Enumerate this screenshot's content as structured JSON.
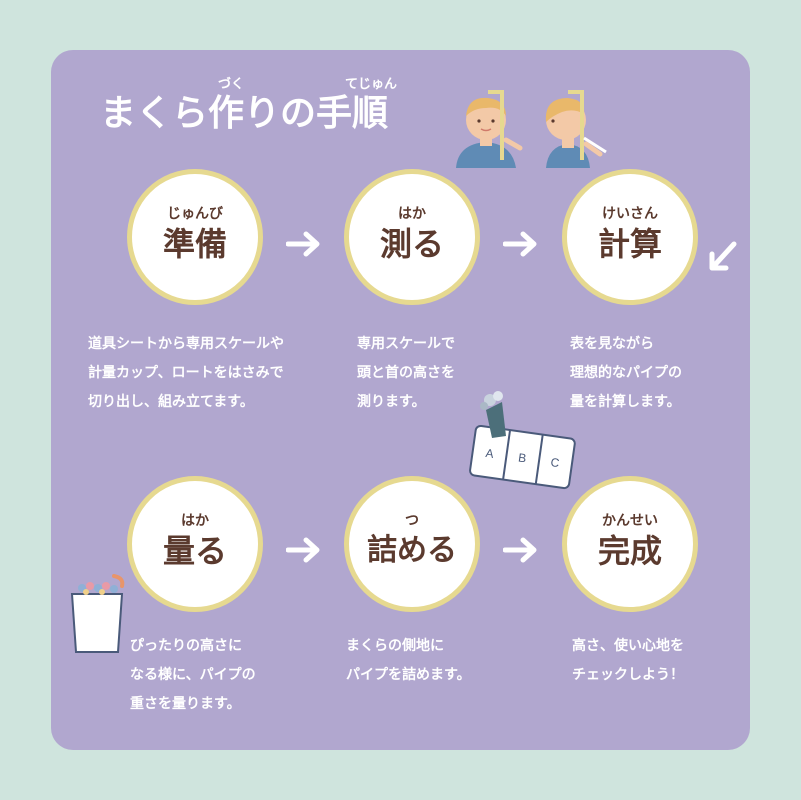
{
  "title": {
    "text": "まくら作りの手順",
    "ruby_zukuri": "づく",
    "ruby_tejun": "てじゅん"
  },
  "steps": [
    {
      "ruby": "じゅんび",
      "label": "準備",
      "desc": [
        "道具シートから専用スケールや",
        "計量カップ、ロートをはさみで",
        "切り出し、組み立てます。"
      ]
    },
    {
      "ruby": "はか",
      "label": "測る",
      "desc": [
        "専用スケールで",
        "頭と首の高さを",
        "測ります。"
      ]
    },
    {
      "ruby": "けいさん",
      "label": "計算",
      "desc": [
        "表を見ながら",
        "理想的なパイプの",
        "量を計算します。"
      ]
    },
    {
      "ruby": "はか",
      "label": "量る",
      "desc": [
        "ぴったりの高さに",
        "なる様に、パイプの",
        "重さを量ります。"
      ]
    },
    {
      "ruby": "つ",
      "label": "詰める",
      "desc": [
        "まくらの側地に",
        "パイプを詰めます。"
      ]
    },
    {
      "ruby": "かんせい",
      "label": "完成",
      "desc": [
        "高さ、使い心地を",
        "チェックしよう！"
      ]
    }
  ],
  "card_labels": [
    "A",
    "B",
    "C"
  ],
  "colors": {
    "background": "#cfe4dd",
    "panel": "#b1a7cf",
    "circle_border": "#e6d990",
    "label_text": "#5b3a2e",
    "white": "#ffffff"
  },
  "icons": {
    "arrow": "arrow-right-icon",
    "diag_arrow": "arrow-down-left-icon"
  }
}
